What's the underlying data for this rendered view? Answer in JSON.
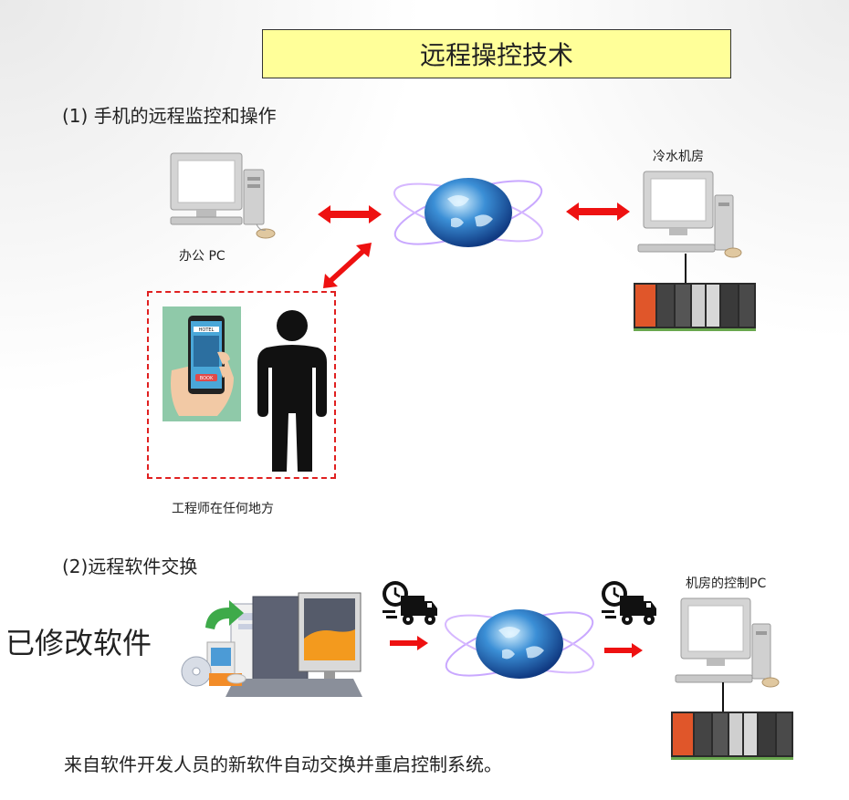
{
  "title": "远程操控技术",
  "section1": {
    "heading": "(1)  手机的远程监控和操作",
    "office_pc_label": "办公 PC",
    "chiller_room_label": "冷水机房",
    "engineer_label": "工程师在任何地方",
    "phone_hotel_text": "HOTEL",
    "phone_book_text": "BOOK"
  },
  "section2": {
    "heading": "(2)远程软件交换",
    "modified_software_label": "已修改软件",
    "control_pc_label": "机房的控制PC",
    "footer": "来自软件开发人员的新软件自动交换并重启控制系统。"
  },
  "colors": {
    "title_bg": "#ffff99",
    "arrow": "#ee1111",
    "dashed_border": "#e02020",
    "plc_orange": "#e0562a"
  },
  "icons": [
    "computer-icon",
    "globe-network-icon",
    "smartphone-hand-icon",
    "person-icon",
    "delivery-truck-clock-icon",
    "software-install-icon",
    "plc-rack-icon"
  ]
}
